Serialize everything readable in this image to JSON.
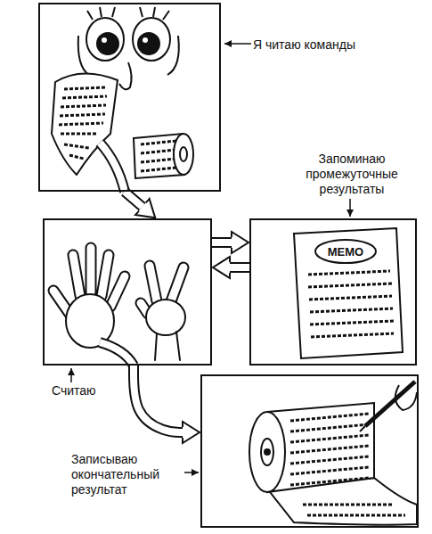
{
  "diagram": {
    "nodes": [
      {
        "text": [
          "Я читаю команды"
        ]
      },
      {
        "text": [
          "Считаю"
        ]
      },
      {
        "text": [
          "Запоминаю промежуточные результаты"
        ]
      },
      {
        "text": [
          "Записываю окончательный результат"
        ]
      }
    ],
    "edges": [
      {
        "from": 0,
        "to": 1,
        "arrow": "to"
      },
      {
        "from": 1,
        "to": 2,
        "arrow": "to"
      },
      {
        "from": 2,
        "to": 1,
        "arrow": "to"
      },
      {
        "from": 1,
        "to": 3,
        "arrow": "to"
      }
    ],
    "labels": [
      "MEMO"
    ]
  }
}
